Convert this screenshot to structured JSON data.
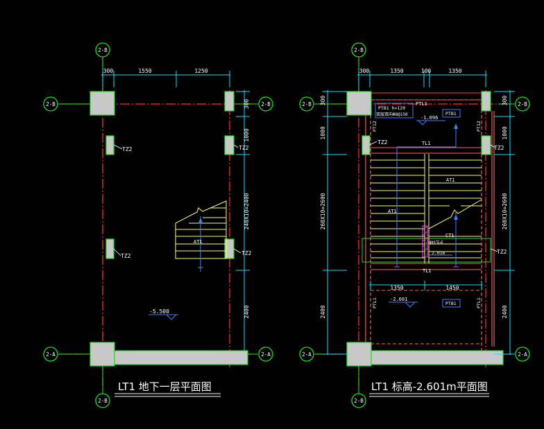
{
  "colors": {
    "background": "#000000",
    "axis": "#ff2a2a",
    "dim": "#00e5ff",
    "bubble": "#19e619",
    "column_fill": "#c8c8c8",
    "column_edge": "#1fdc1f",
    "stair": "#ffff66",
    "beam_edge": "#ff6666",
    "wall_edge": "#e04040",
    "magenta": "#ff40ff",
    "white": "#ffffff",
    "note_box": "#3f7fff"
  },
  "left_plan": {
    "title": "LT1 地下一层平面图",
    "top_dims": [
      "300",
      "1550",
      "1250"
    ],
    "side_dims": [
      "300",
      "1000",
      "240X10=2400",
      "2400"
    ],
    "labels": {
      "tz2_a": "TZ2",
      "tz2_b": "TZ2",
      "tz2_c": "TZ2",
      "tz2_d": "TZ2",
      "at1": "AT1",
      "level": "-5.500"
    }
  },
  "right_plan": {
    "title": "LT1 标高-2.601m平面图",
    "top_dims": [
      "300",
      "1350",
      "100",
      "1350"
    ],
    "mid_dims": [
      "1350",
      "1450"
    ],
    "left_dims": [
      "300",
      "1000",
      "260X10=2600",
      "2400"
    ],
    "right_dims": [
      "300",
      "1000",
      "260X10=2600",
      "2400"
    ],
    "labels": {
      "ptb1_note": "PTB1 h=120",
      "rebar_note": "双层双向Φ8@150",
      "ptl1_top": "PTL1",
      "level_top": "-1.096",
      "ptb1_top": "PTB1",
      "pt12_left": "PT12",
      "pt12_right": "PT12",
      "tz2_a": "TZ2",
      "tz2_b": "TZ2",
      "tz2_c": "TZ2",
      "tl1_top": "TL1",
      "at1_a": "AT1",
      "at1_b": "AT1",
      "ct1": "CT1",
      "core_note": "梯柱节点",
      "level_mid": "2.016",
      "tl1_bot": "TL1",
      "ptl1_bl": "PTL1",
      "ptl1_br": "PTL1",
      "level_bot": "-2.601",
      "ptb1_bot": "PTB1"
    }
  },
  "axes": {
    "top_left": "2-B",
    "top_right": "2-B",
    "left_b": "2-B",
    "mid_b_left": "2-B",
    "mid_b_right": "2-B",
    "right_b": "2-B",
    "left_a": "2-A",
    "mid_a_left": "2-A",
    "mid_a_right": "2-A",
    "right_a": "2-A",
    "bot_left": "2-B",
    "bot_right": "2-B"
  }
}
